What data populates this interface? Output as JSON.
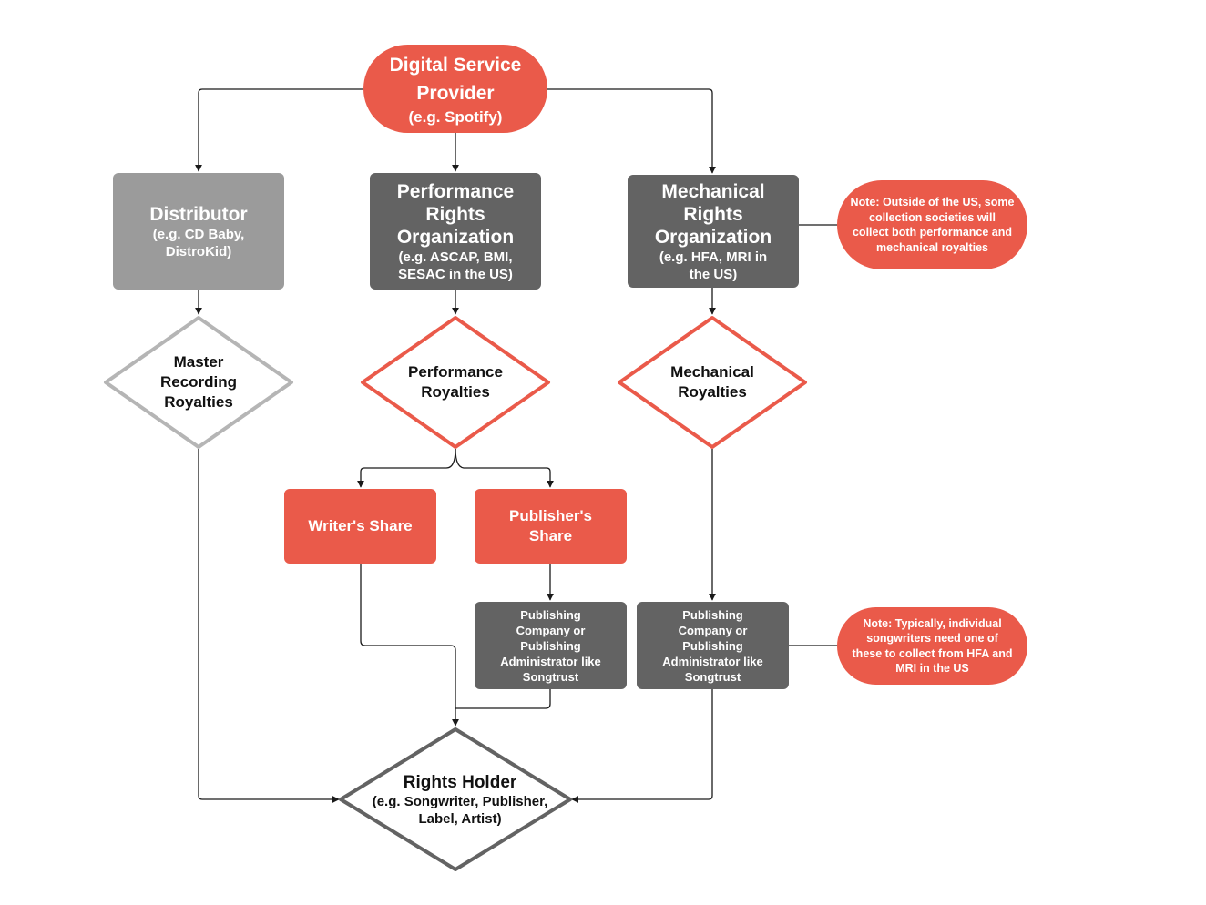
{
  "dsp": {
    "title": "Digital Service Provider",
    "example": "(e.g. Spotify)"
  },
  "distributor": {
    "title": "Distributor",
    "example": "(e.g. CD Baby, DistroKid)"
  },
  "pro": {
    "title": "Performance Rights Organization",
    "example": "(e.g. ASCAP, BMI, SESAC in the US)"
  },
  "mro": {
    "title": "Mechanical Rights Organization",
    "example": "(e.g. HFA, MRI in the US)"
  },
  "note_top": "Note: Outside of the US, some collection societies will collect both performance and mechanical royalties",
  "master": "Master Recording Royalties",
  "performance": "Performance Royalties",
  "mechanical": "Mechanical Royalties",
  "writers_share": "Writer's Share",
  "publishers_share": "Publisher's Share",
  "publishing_admin_1": "Publishing Company or Publishing Administrator like Songtrust",
  "publishing_admin_2": "Publishing Company or Publishing Administrator like Songtrust",
  "note_bottom": "Note: Typically, individual songwriters need one of these to collect from HFA and MRI in the US",
  "rights_holder": {
    "title": "Rights Holder",
    "example": "(e.g. Songwriter, Publisher, Label, Artist)"
  },
  "colors": {
    "accent_red": "#ea5a4a",
    "dark_gray": "#636363",
    "light_gray": "#9b9b9b",
    "connector": "#1a1a1a"
  }
}
